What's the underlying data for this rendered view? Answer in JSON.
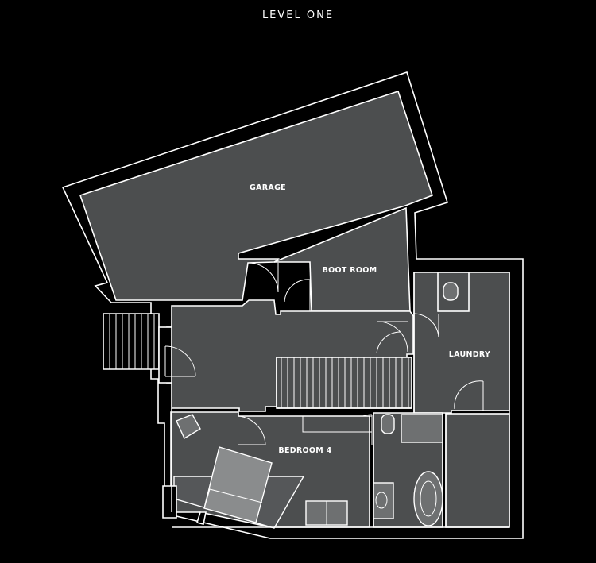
{
  "title": "LEVEL ONE",
  "rooms": {
    "garage": "GARAGE",
    "boot_room": "BOOT ROOM",
    "laundry": "LAUNDRY",
    "bedroom_4": "BEDROOM 4"
  },
  "colors": {
    "background": "#000000",
    "floor": "#4c4e4f",
    "lines": "#ffffff",
    "fixture_fill": "#6e7071"
  }
}
